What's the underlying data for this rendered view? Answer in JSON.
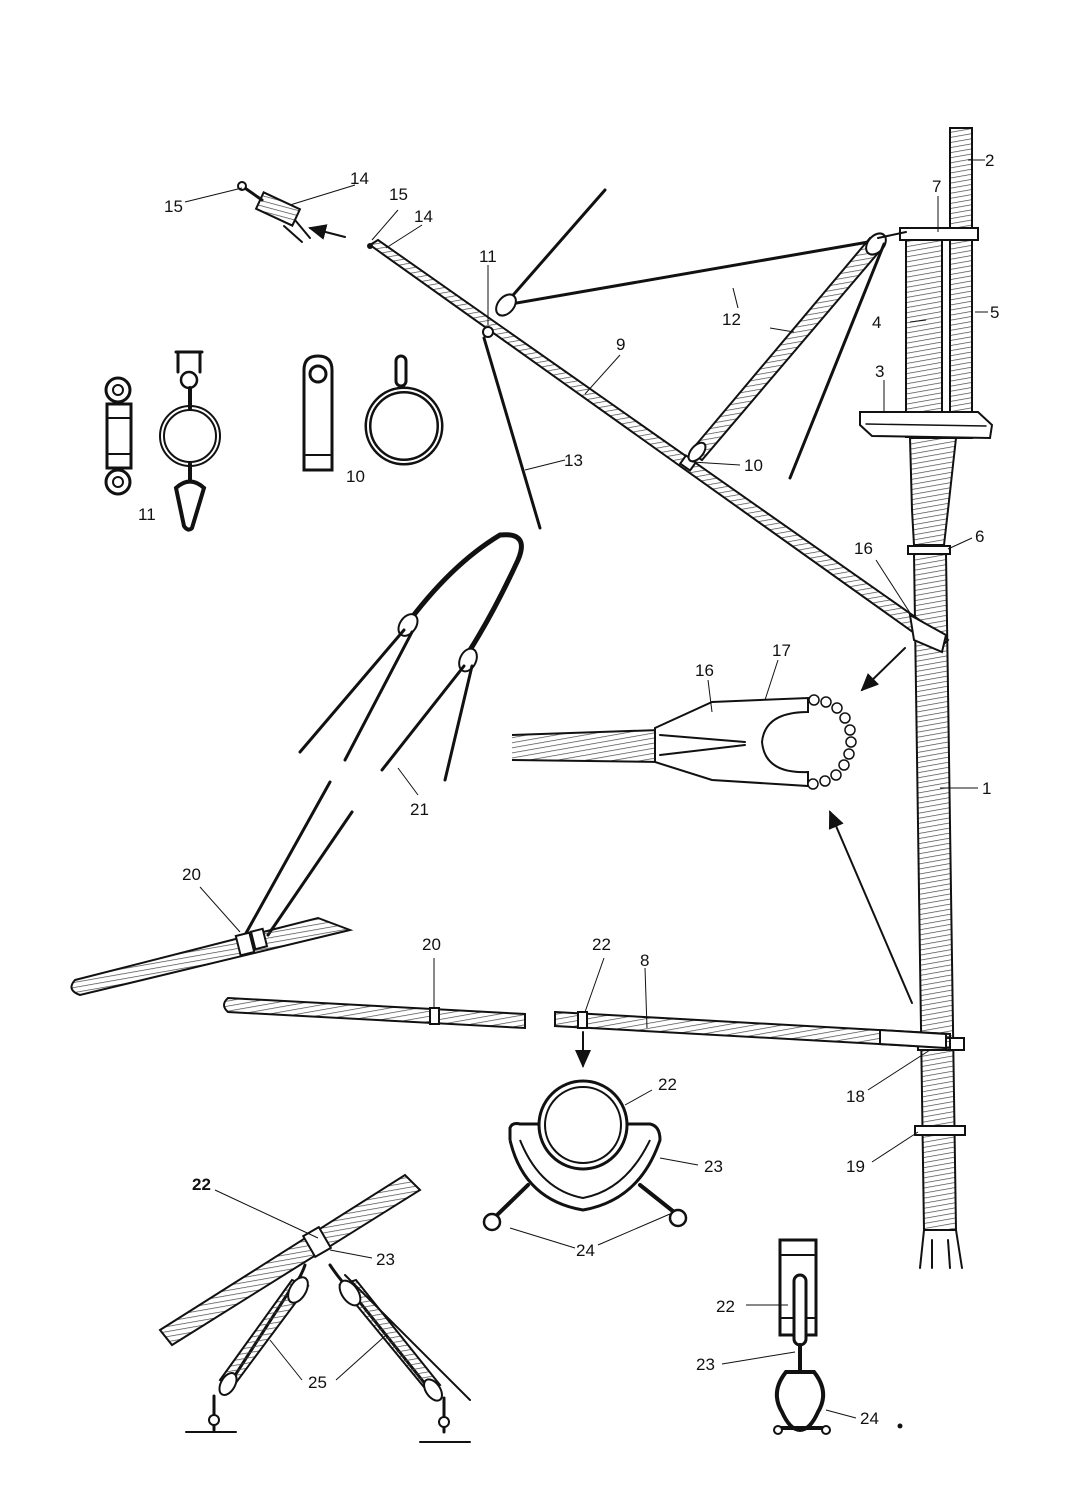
{
  "labels": {
    "l1": "1",
    "l2": "2",
    "l3": "3",
    "l4": "4",
    "l5": "5",
    "l6": "6",
    "l7": "7",
    "l8": "8",
    "l9": "9",
    "l10a": "10",
    "l10b": "10",
    "l11a": "11",
    "l11b": "11",
    "l12": "12",
    "l13": "13",
    "l14a": "14",
    "l14b": "14",
    "l15a": "15",
    "l15b": "15",
    "l16a": "16",
    "l16b": "16",
    "l17": "17",
    "l18": "18",
    "l19": "19",
    "l20a": "20",
    "l20b": "20",
    "l21": "21",
    "l22a": "22",
    "l22b": "22",
    "l22c": "22",
    "l22d": "22",
    "l23a": "23",
    "l23b": "23",
    "l23c": "23",
    "l24a": "24",
    "l24b": "24",
    "l25": "25"
  },
  "colors": {
    "ink": "#111111",
    "paper": "#ffffff"
  }
}
